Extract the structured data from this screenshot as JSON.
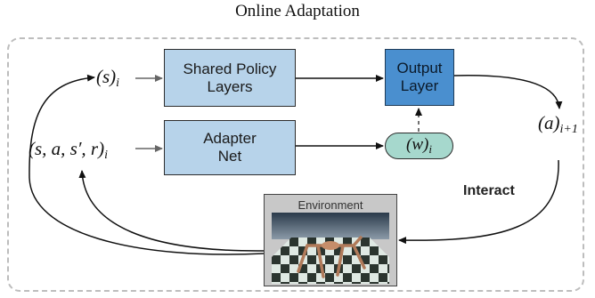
{
  "title": "Online Adaptation",
  "boxes": {
    "shared_policy_line1": "Shared Policy",
    "shared_policy_line2": "Layers",
    "adapter_line1": "Adapter",
    "adapter_line2": "Net",
    "output_line1": "Output",
    "output_line2": "Layer"
  },
  "symbols": {
    "state_base": "(s)",
    "state_sub": "i",
    "transition_base": "(s, a, s′, r)",
    "transition_sub": "i",
    "weights_base": "(w)",
    "weights_sub": "i",
    "action_base": "(a)",
    "action_sub": "i+1"
  },
  "labels": {
    "interact": "Interact",
    "environment": "Environment"
  },
  "colors": {
    "light_box": "#b7d3ea",
    "dark_box": "#4a8fcf",
    "pill": "#a6d8cd",
    "frame": "#bdbdbd"
  }
}
